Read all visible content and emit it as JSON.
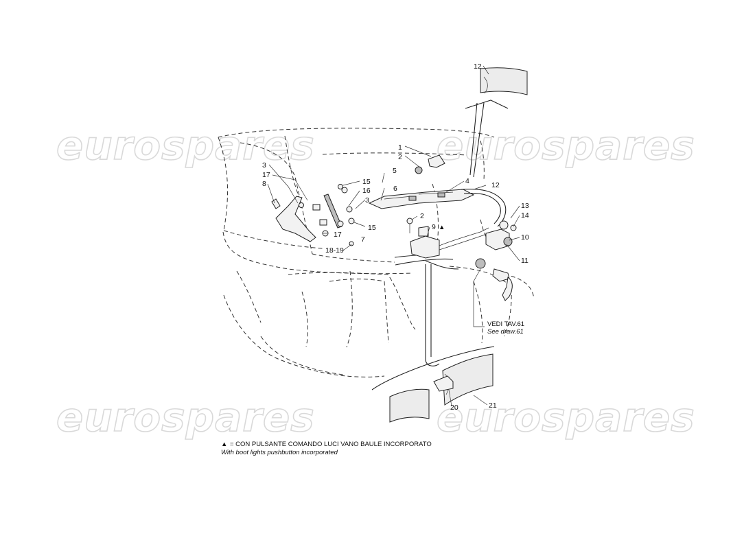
{
  "watermark": {
    "text": "eurospares"
  },
  "callouts": {
    "c1": "1",
    "c2a": "2",
    "c2b": "2",
    "c3a": "3",
    "c3b": "3",
    "c4": "4",
    "c5": "5",
    "c6": "6",
    "c7": "7",
    "c8": "8",
    "c9": "9",
    "c10": "10",
    "c11": "11",
    "c12a": "12",
    "c12b": "12",
    "c13": "13",
    "c14": "14",
    "c15a": "15",
    "c15b": "15",
    "c16": "16",
    "c17a": "17",
    "c17b": "17",
    "c1819": "18-19",
    "c20": "20",
    "c21": "21"
  },
  "reference": {
    "label_it": "VEDI TAV.61",
    "label_en": "See draw.61"
  },
  "legend": {
    "symbol": "▲",
    "text_it": "= CON PULSANTE COMANDO LUCI VANO BAULE INCORPORATO",
    "text_en": "With boot lights pushbutton incorporated"
  }
}
